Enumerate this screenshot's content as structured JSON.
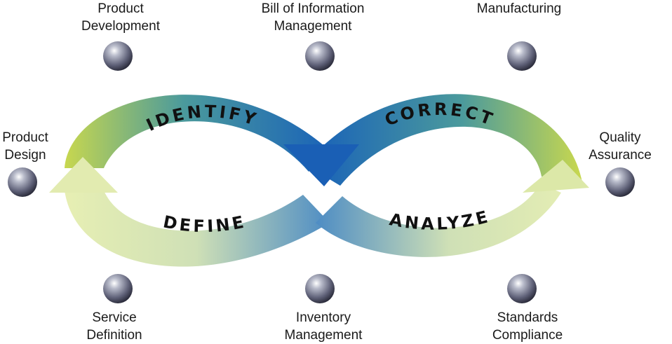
{
  "diagram": {
    "loop_stages": {
      "identify": "IDENTIFY",
      "correct": "CORRECT",
      "define": "DEFINE",
      "analyze": "ANALYZE"
    },
    "nodes": {
      "product_development": "Product\nDevelopment",
      "bill_of_information": "Bill of  Information\nManagement",
      "manufacturing": "Manufacturing",
      "product_design": "Product\nDesign",
      "quality_assurance": "Quality\nAssurance",
      "service_definition": "Service\nDefinition",
      "inventory_management": "Inventory\nManagement",
      "standards_compliance": "Standards\nCompliance"
    },
    "colors": {
      "arrow_blue": "#1a63b8",
      "arrow_lime": "#c8d850",
      "arrow_pale": "#e4ecb0",
      "sphere": "#5f6178"
    }
  }
}
